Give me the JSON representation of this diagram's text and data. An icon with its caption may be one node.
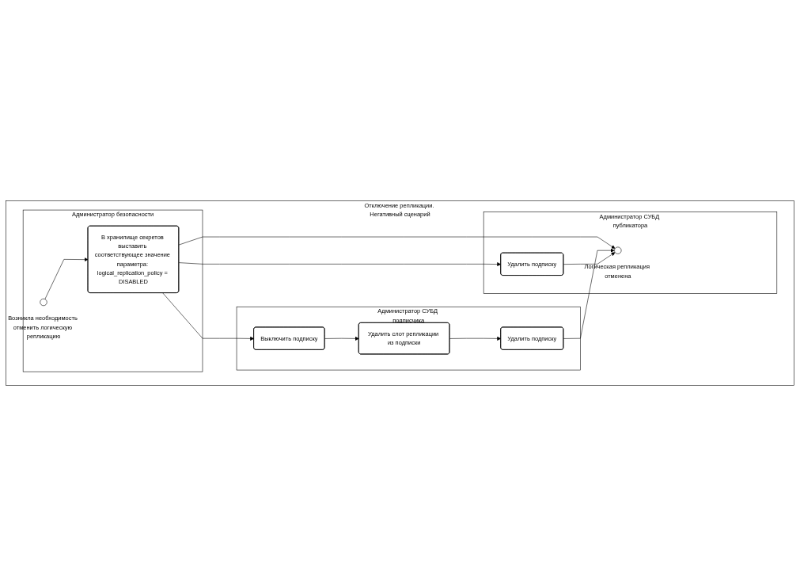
{
  "diagram": {
    "nodes": [
      {
        "text": [
          "Отключение репликации. Негативный сценарий"
        ]
      },
      {
        "text": [
          "Администратор безопасности"
        ],
        "in": 0
      },
      {
        "text": [
          "Администратор СУБД подписчика"
        ],
        "in": 0
      },
      {
        "text": [
          "Администратор СУБД публикатора"
        ],
        "in": 0
      },
      {
        "text": [],
        "shape": "circle",
        "in": 1,
        "beside": [
          "Возникла необходимость отменить логическую репликацию"
        ]
      },
      {
        "text": [
          "В хранилище секретов выставить соответствующее значение параметра: logical_replication_policy = DISABLED"
        ],
        "in": 1
      },
      {
        "text": [
          "Выключить подписку"
        ],
        "in": 2
      },
      {
        "text": [
          "Удалить слот репликации из подписки"
        ],
        "in": 2
      },
      {
        "text": [
          "Удалить подписку"
        ],
        "in": 2
      },
      {
        "text": [
          "Удалить подписку"
        ],
        "in": 3
      },
      {
        "text": [],
        "shape": "circle",
        "in": 3,
        "beside": [
          "Логическая репликация отменена"
        ]
      }
    ],
    "edges": [
      {
        "from": 4,
        "to": 5,
        "arrow": "to"
      },
      {
        "from": 5,
        "to": 10,
        "arrow": "to"
      },
      {
        "from": 5,
        "to": 6,
        "arrow": "to"
      },
      {
        "from": 5,
        "to": 9,
        "arrow": "to"
      },
      {
        "from": 6,
        "to": 7,
        "arrow": "to"
      },
      {
        "from": 7,
        "to": 8,
        "arrow": "to"
      },
      {
        "from": 8,
        "to": 10,
        "arrow": "to"
      },
      {
        "from": 9,
        "to": 10,
        "arrow": "to"
      }
    ]
  }
}
